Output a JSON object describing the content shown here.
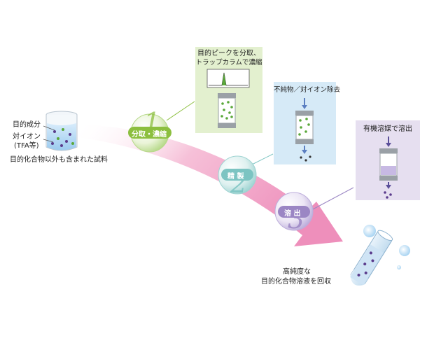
{
  "sample": {
    "target_label": "目的成分",
    "counterion_label_line1": "対イオン",
    "counterion_label_line2": "(TFA等)",
    "caption": "目的化合物以外も含まれた試料"
  },
  "steps": [
    {
      "number": "1",
      "label": "分取・濃縮",
      "color": "#8cbf3f"
    },
    {
      "number": "2",
      "label": "精 製",
      "color": "#7cc4c2"
    },
    {
      "number": "3",
      "label": "溶 出",
      "color": "#9b86c4"
    }
  ],
  "panels": [
    {
      "title_line1": "目的ピークを分取、",
      "title_line2": "トラップカラムで濃縮",
      "bg": "#e3f0cf"
    },
    {
      "title_line1": "不純物／対イオン除去",
      "title_line2": "",
      "bg": "#d6eaf7"
    },
    {
      "title_line1": "有機溶媒で溶出",
      "title_line2": "",
      "bg": "#e6dff0"
    }
  ],
  "result": {
    "line1": "高純度な",
    "line2": "目的化合物溶液を回収"
  },
  "colors": {
    "arrow": "#f3a6c8",
    "green_dot": "#5aa83a",
    "purple_dot": "#5a3b8c",
    "water": "#b9dcf5"
  }
}
